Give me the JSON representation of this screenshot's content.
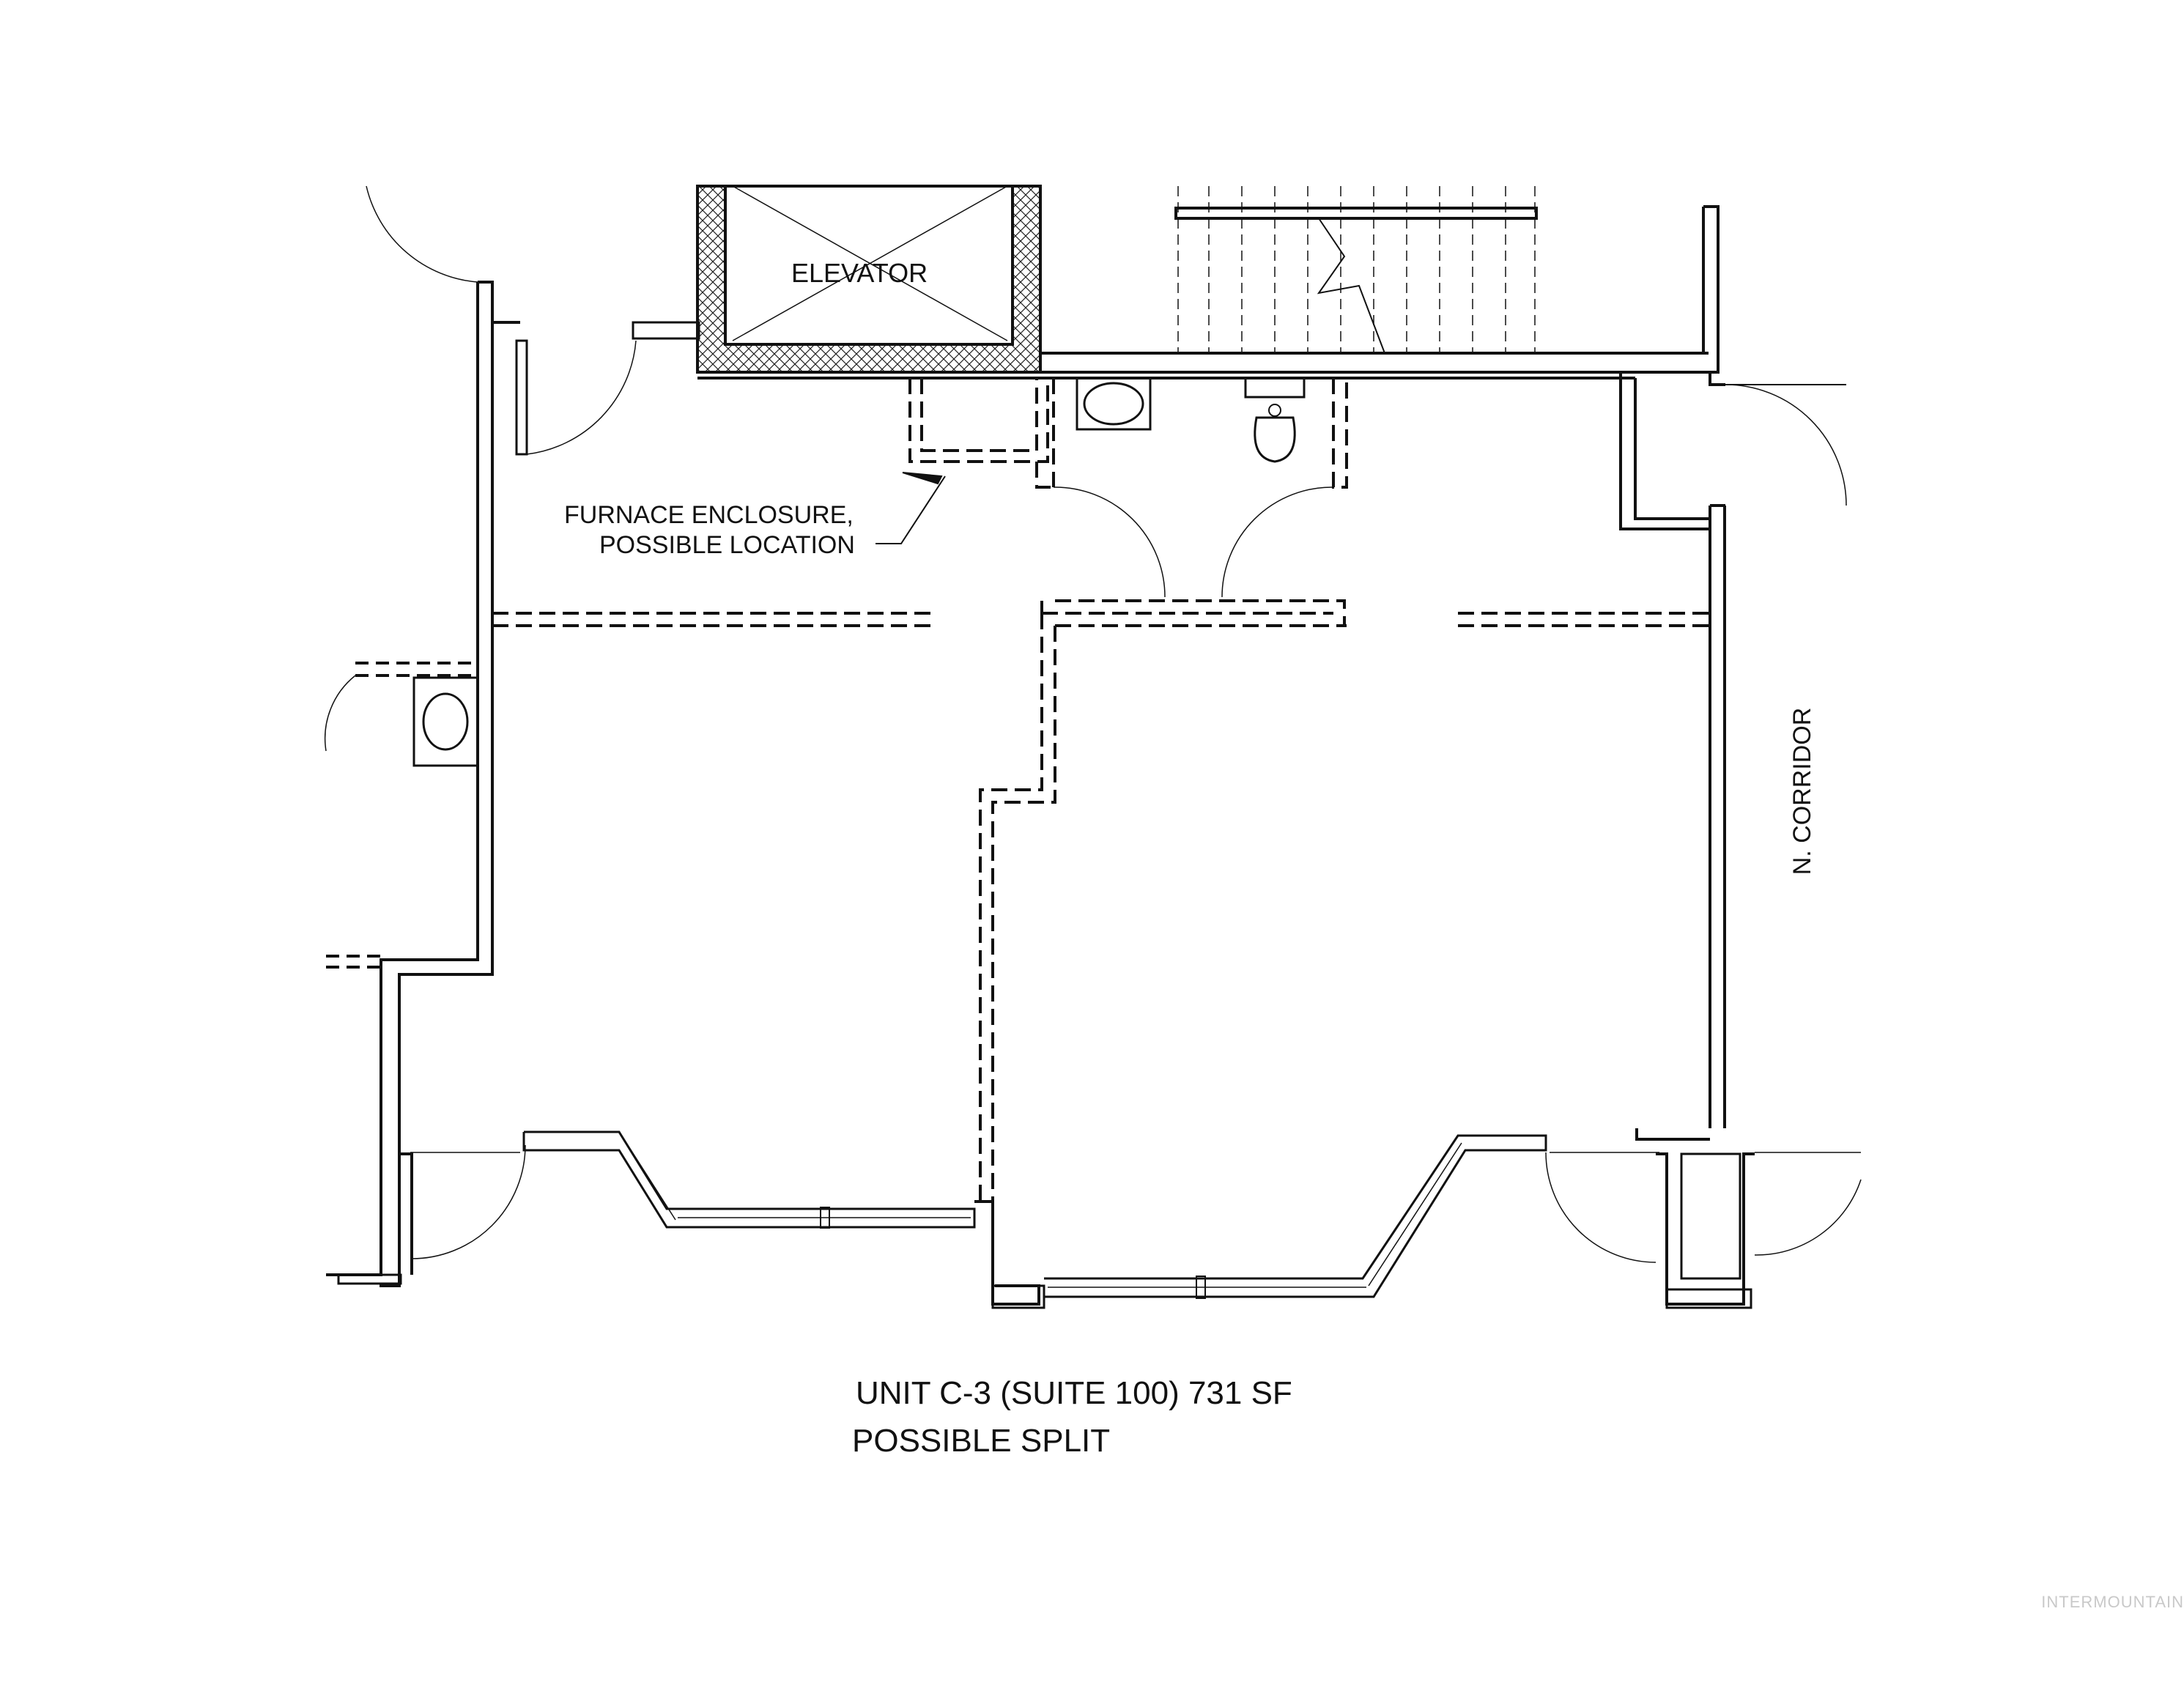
{
  "labels": {
    "elevator": "ELEVATOR",
    "furnace_line1": "FURNACE ENCLOSURE,",
    "furnace_line2": "POSSIBLE LOCATION",
    "corridor": "N. CORRIDOR",
    "unit_title": "UNIT C-3 (SUITE 100) 731 SF",
    "subtitle": "POSSIBLE SPLIT",
    "watermark": "INTERMOUNTAIN"
  },
  "colors": {
    "line": "#111111",
    "background": "#ffffff",
    "watermark": "#c9c9c9"
  }
}
